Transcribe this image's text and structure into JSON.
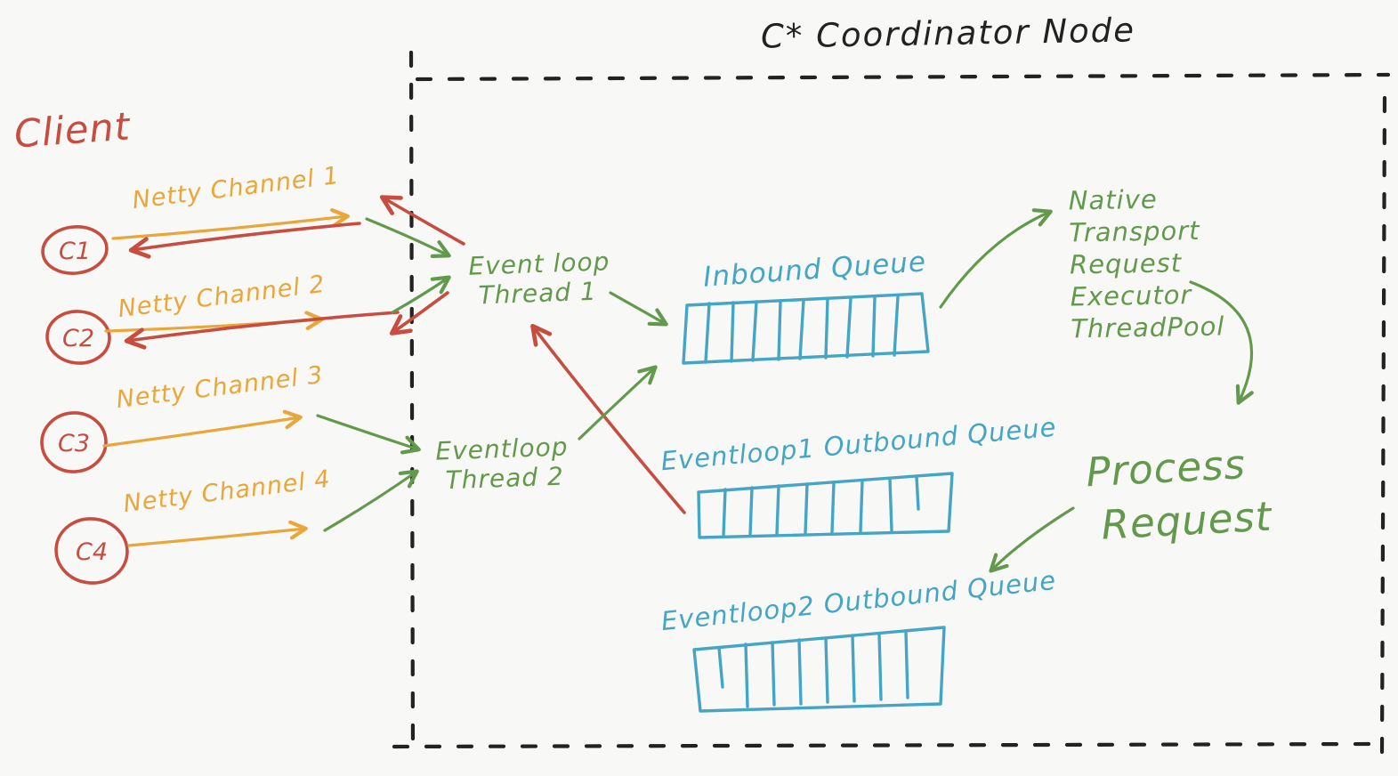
{
  "palette": {
    "red": "#c64d3f",
    "yellow": "#e9a63b",
    "green": "#63994c",
    "blue": "#45a5c5",
    "ink": "#222222",
    "background": "#f8f8f6"
  },
  "title": "C* Coordinator Node",
  "client": {
    "label": "Client",
    "connections": [
      {
        "id": "C1",
        "channel": "Netty Channel 1"
      },
      {
        "id": "C2",
        "channel": "Netty Channel 2"
      },
      {
        "id": "C3",
        "channel": "Netty Channel 3"
      },
      {
        "id": "C4",
        "channel": "Netty Channel 4"
      }
    ]
  },
  "event_loops": {
    "thread1": {
      "lines": [
        "Event loop",
        "Thread 1"
      ]
    },
    "thread2": {
      "lines": [
        "Eventloop",
        "Thread 2"
      ]
    }
  },
  "queues": {
    "inbound": {
      "label": "Inbound Queue"
    },
    "outbound1": {
      "label": "Eventloop1 Outbound Queue"
    },
    "outbound2": {
      "label": "Eventloop2 Outbound Queue"
    }
  },
  "executor_pool": {
    "lines": [
      "Native",
      "Transport",
      "Request",
      "Executor",
      "ThreadPool"
    ]
  },
  "process_request": {
    "lines": [
      "Process",
      "Request"
    ]
  }
}
